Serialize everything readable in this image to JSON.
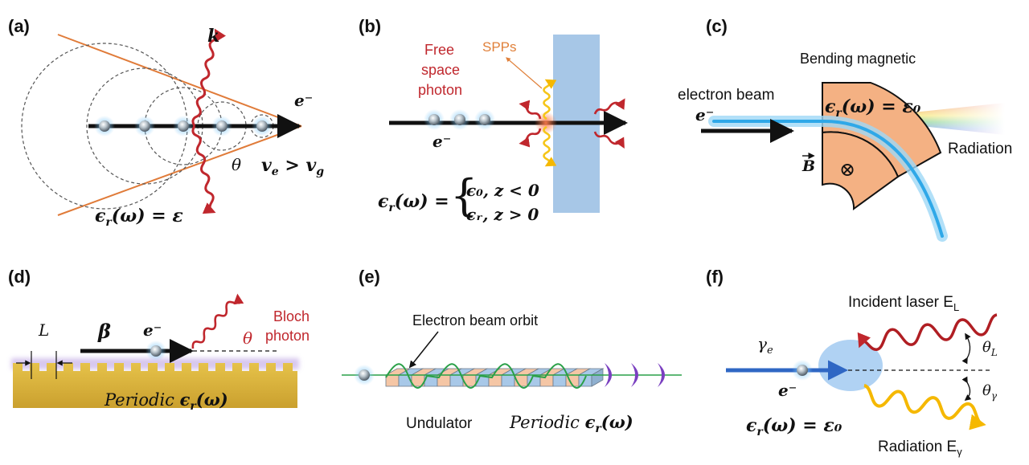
{
  "panels": {
    "a": {
      "label": "(a)",
      "k": "k",
      "electron": "e⁻",
      "theta": "θ",
      "velocity": "vₑ > v_g",
      "velocity_e": "v",
      "velocity_e_sub": "e",
      "velocity_gt": " > v",
      "velocity_g_sub": "g",
      "epsilon": "ϵ",
      "epsilon_sub": "r",
      "epsilon_rest": "(ω) = ε"
    },
    "b": {
      "label": "(b)",
      "free_space_1": "Free",
      "free_space_2": "space",
      "free_space_3": "photon",
      "spps": "SPPs",
      "electron": "e⁻",
      "eps_lhs": "ϵ",
      "eps_lhs_sub": "r",
      "eps_lhs_rest": "(ω) =",
      "case1": "ϵ₀, z < 0",
      "case2": "ϵᵣ, z > 0"
    },
    "c": {
      "label": "(c)",
      "bending": "Bending magnetic",
      "electron_beam": "electron beam",
      "electron": "e⁻",
      "eps": "ϵ",
      "eps_sub": "r",
      "eps_rest": "(ω) = ε₀",
      "b_field": "B",
      "radiation": "Radiation",
      "into_page": "⊗"
    },
    "d": {
      "label": "(d)",
      "L": "L",
      "beta": "β",
      "electron": "e⁻",
      "theta": "θ",
      "bloch_1": "Bloch",
      "bloch_2": "photon",
      "periodic_word": "Periodic ",
      "periodic_eps": "ϵ",
      "periodic_sub": "r",
      "periodic_rest": "(ω)"
    },
    "e": {
      "label": "(e)",
      "orbit": "Electron beam orbit",
      "undulator": "Undulator",
      "periodic_word": "Periodic ",
      "periodic_eps": "ϵ",
      "periodic_sub": "r",
      "periodic_rest": "(ω)"
    },
    "f": {
      "label": "(f)",
      "incident": "Incident laser E",
      "incident_sub": "L",
      "gamma_e": "γ",
      "gamma_e_sub": "e",
      "electron": "e⁻",
      "theta_L": "θ",
      "theta_L_sub": "L",
      "theta_g": "θ",
      "theta_g_sub": "γ",
      "eps": "ϵ",
      "eps_sub": "r",
      "eps_rest": "(ω) = ε₀",
      "radiation": "Radiation E",
      "radiation_sub": "γ"
    }
  },
  "colors": {
    "cone": "#e07b39",
    "photon": "#c0272d",
    "spp": "#f5c518",
    "slab": "#a7c7e7",
    "magnet": "#f4b183",
    "grating": "#d4b03a",
    "grating_glow": "#b79ae0",
    "undulator_a": "#f5c6a5",
    "undulator_b": "#a8c8e8",
    "orbit": "#2aa048",
    "purple": "#7a3fc0",
    "beam_blue": "#2f67c4",
    "glow_blue": "#9cc7f0"
  }
}
